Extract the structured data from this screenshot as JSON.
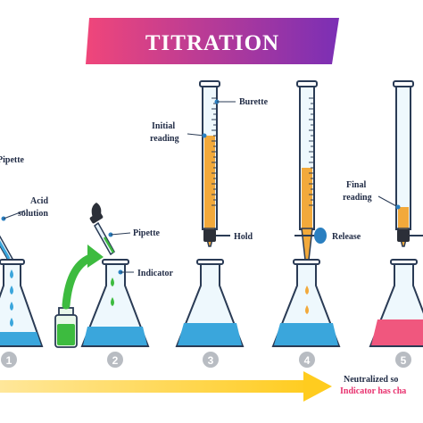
{
  "title": "TITRATION",
  "labels": {
    "pipette_left": "Pipette",
    "acid_line1": "Acid",
    "acid_line2": "solution",
    "pipette_step2": "Pipette",
    "indicator": "Indicator",
    "burette": "Burette",
    "initial_line1": "Initial",
    "initial_line2": "reading",
    "hold": "Hold",
    "release": "Release",
    "final_line1": "Final",
    "final_line2": "reading"
  },
  "steps": [
    "1",
    "2",
    "3",
    "4",
    "5"
  ],
  "footer": {
    "neutralized": "Neutralized so",
    "indicator_changed": "Indicator has cha"
  },
  "colors": {
    "title_gradient_start": "#f0467a",
    "title_gradient_end": "#7b2fb5",
    "blue_solution": "#3aa6dc",
    "orange_titrant": "#f2a93b",
    "pink_solution": "#f0577e",
    "green_indicator": "#3dbb3f",
    "arrow_yellow": "#ffd43a",
    "text_dark": "#1f2a44",
    "text_pink": "#e8326f",
    "step_badge": "#b8bcc2"
  }
}
